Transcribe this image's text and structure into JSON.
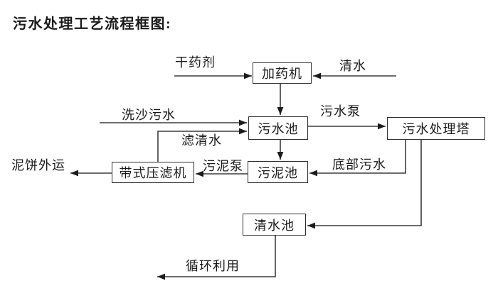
{
  "title": "污水处理工艺流程框图:",
  "diagram": {
    "nodes": {
      "dosing_machine": "加药机",
      "sewage_pool": "污水池",
      "sludge_pool": "污泥池",
      "belt_filter_press": "带式压滤机",
      "treatment_tower": "污水处理塔",
      "clear_water_pool": "清水池"
    },
    "edge_labels": {
      "dry_agent": "干药剂",
      "clean_water": "清水",
      "sand_wash_sewage": "洗沙污水",
      "filtered_water": "滤清水",
      "sewage_pump": "污水泵",
      "sludge_pump": "污泥泵",
      "bottom_sewage": "底部污水",
      "mud_cake_out": "泥饼外运",
      "recycle_use": "循环利用"
    },
    "colors": {
      "line": "#3d3d3d",
      "arrowhead": "#1c1c1c",
      "box_border": "#2f2f2f",
      "text": "#1a1a1a",
      "background": "#ffffff"
    }
  }
}
